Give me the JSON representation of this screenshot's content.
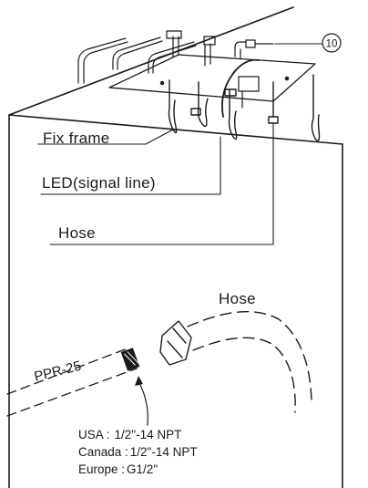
{
  "labels": {
    "item_number": "10",
    "fix_frame": "Fix frame",
    "led_signal_line": "LED(signal line)",
    "hose_top": "Hose",
    "hose_detail": "Hose",
    "ppr": "PPR-25"
  },
  "thread_specs": [
    {
      "region": "USA :",
      "spec": "1/2\"-14  NPT"
    },
    {
      "region": "Canada :",
      "spec": "1/2\"-14 NPT"
    },
    {
      "region": "Europe :",
      "spec": "G1/2\""
    }
  ]
}
